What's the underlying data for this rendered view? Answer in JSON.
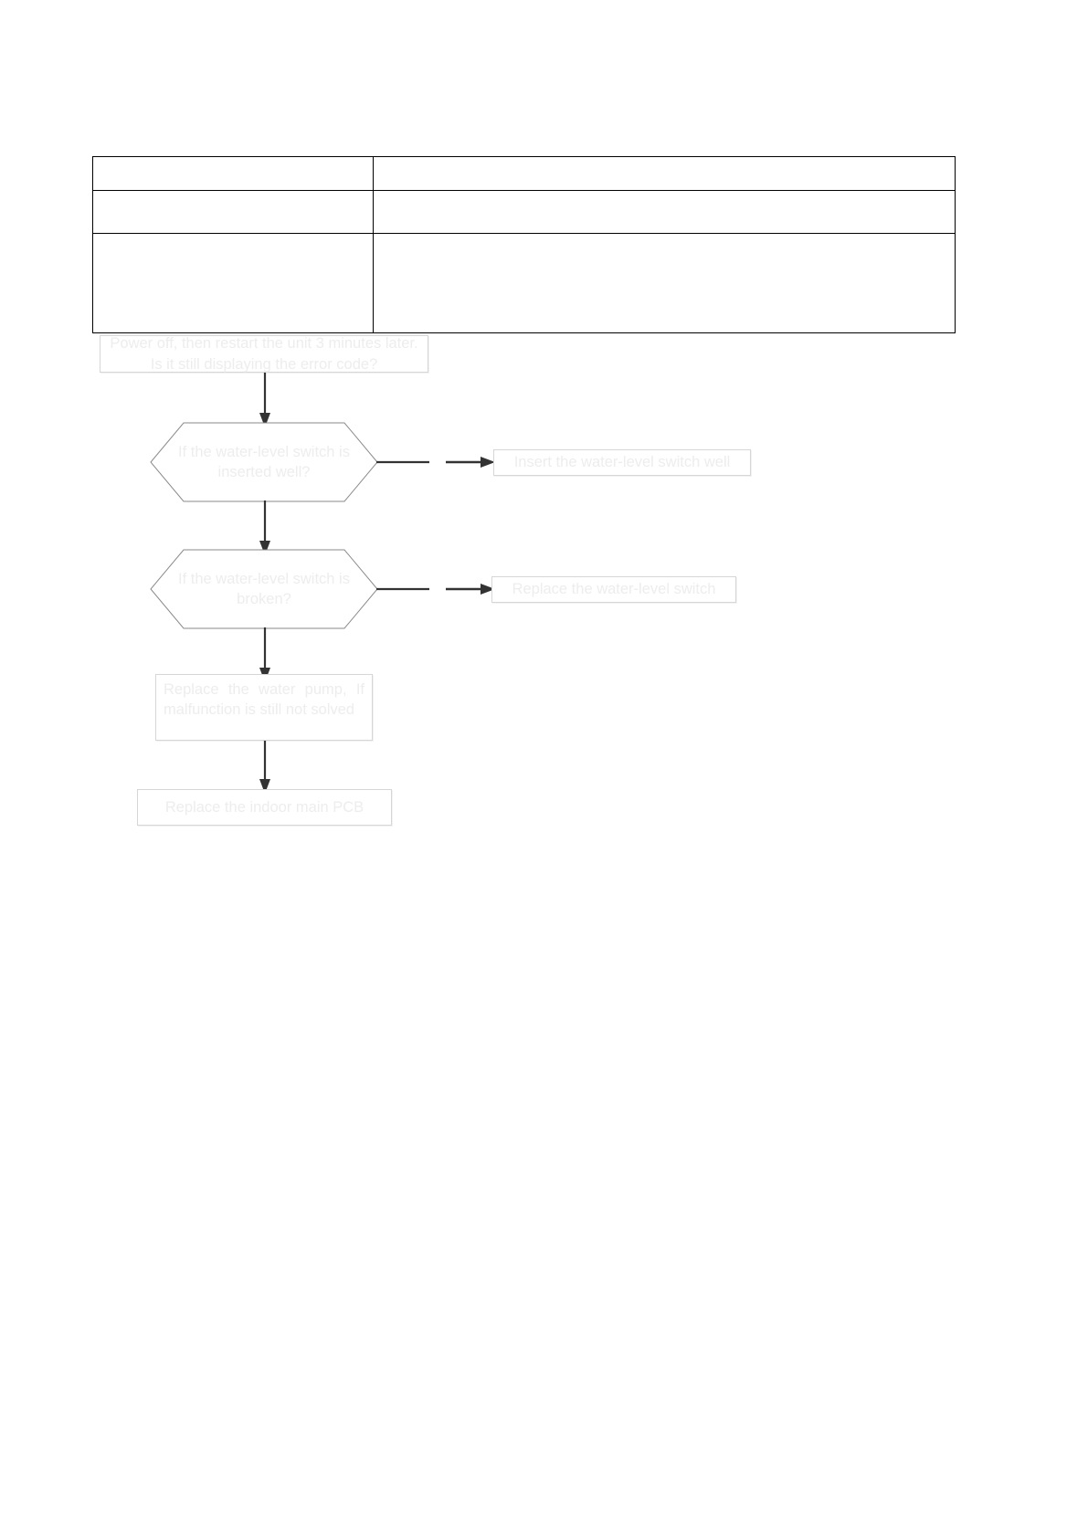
{
  "document": {
    "kind": "troubleshooting-flowchart-page",
    "background_color": "#ffffff"
  },
  "table": {
    "rows": [
      {
        "label": "",
        "value": ""
      },
      {
        "label": "",
        "value": ""
      },
      {
        "label": "",
        "value": ""
      }
    ]
  },
  "flowchart": {
    "text_color": "#ededed",
    "border_color": "#d6d6d6",
    "connector_color": "#333333",
    "nodes": [
      {
        "id": "start",
        "type": "process",
        "text": "Power off, then restart the unit 3 minutes later. Is it still displaying the error code?"
      },
      {
        "id": "decision-1",
        "type": "decision",
        "text": "If the water-level switch is inserted well?"
      },
      {
        "id": "action-1",
        "type": "process",
        "text": "Insert the water-level switch well"
      },
      {
        "id": "decision-2",
        "type": "decision",
        "text": "If the water-level switch is broken?"
      },
      {
        "id": "action-2",
        "type": "process",
        "text": "Replace the water-level switch"
      },
      {
        "id": "action-3",
        "type": "process",
        "text": "Replace the water pump, If malfunction is still not solved"
      },
      {
        "id": "action-4",
        "type": "process",
        "text": "Replace the indoor main PCB"
      }
    ]
  }
}
